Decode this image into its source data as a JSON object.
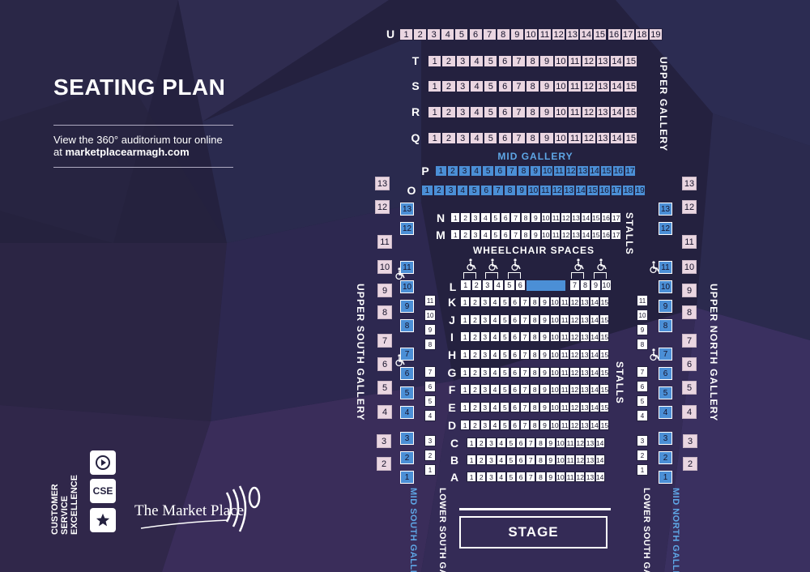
{
  "header": {
    "title": "SEATING PLAN",
    "tour_line1": "View the 360° auditorium tour online",
    "tour_line2_prefix": "at ",
    "tour_link": "marketplacearmagh.com"
  },
  "section_labels": {
    "upper_gallery": "UPPER GALLERY",
    "mid_gallery": "MID GALLERY",
    "stalls_top": "STALLS",
    "stalls_right": "STALLS",
    "wheelchair_spaces": "WHEELCHAIR SPACES",
    "upper_south_gallery": "UPPER SOUTH GALLERY",
    "upper_north_gallery": "UPPER NORTH GALLERY",
    "mid_south_gallery": "MID SOUTH GALLERY",
    "lower_south_gallery_left": "LOWER SOUTH GALLERY",
    "lower_south_gallery_right": "LOWER SOUTH GALLERY",
    "mid_north_gallery": "MID NORTH GALLERY",
    "stage": "STAGE"
  },
  "colors": {
    "background": "#24213f",
    "pink_seat": "#ead6e1",
    "blue_seat": "#4b8fd6",
    "white_seat": "#ffffff",
    "label_blue": "#5ea7e6"
  },
  "seating": {
    "rows": [
      {
        "label": "U",
        "seats": [
          "1",
          "2",
          "3",
          "4",
          "5",
          "6",
          "7",
          "8",
          "9",
          "10",
          "11",
          "12",
          "13",
          "14",
          "15",
          "16",
          "17",
          "18",
          "19"
        ]
      },
      {
        "label": "T",
        "seats": [
          "1",
          "2",
          "3",
          "4",
          "5",
          "6",
          "7",
          "8",
          "9",
          "10",
          "11",
          "12",
          "13",
          "14",
          "15"
        ]
      },
      {
        "label": "S",
        "seats": [
          "1",
          "2",
          "3",
          "4",
          "5",
          "6",
          "7",
          "8",
          "9",
          "10",
          "11",
          "12",
          "13",
          "14",
          "15"
        ]
      },
      {
        "label": "R",
        "seats": [
          "1",
          "2",
          "3",
          "4",
          "5",
          "6",
          "7",
          "8",
          "9",
          "10",
          "11",
          "12",
          "13",
          "14",
          "15"
        ]
      },
      {
        "label": "Q",
        "seats": [
          "1",
          "2",
          "3",
          "4",
          "5",
          "6",
          "7",
          "8",
          "9",
          "10",
          "11",
          "12",
          "13",
          "14",
          "15"
        ]
      },
      {
        "label": "P",
        "seats": [
          "1",
          "2",
          "3",
          "4",
          "5",
          "6",
          "7",
          "8",
          "9",
          "10",
          "11",
          "12",
          "13",
          "14",
          "15",
          "16",
          "17"
        ]
      },
      {
        "label": "O",
        "seats": [
          "1",
          "2",
          "3",
          "4",
          "5",
          "6",
          "7",
          "8",
          "9",
          "10",
          "11",
          "12",
          "13",
          "14",
          "15",
          "16",
          "17",
          "18",
          "19"
        ]
      },
      {
        "label": "N",
        "seats": [
          "1",
          "2",
          "3",
          "4",
          "5",
          "6",
          "7",
          "8",
          "9",
          "10",
          "11",
          "12",
          "13",
          "14",
          "15",
          "16",
          "17"
        ]
      },
      {
        "label": "M",
        "seats": [
          "1",
          "2",
          "3",
          "4",
          "5",
          "6",
          "7",
          "8",
          "9",
          "10",
          "11",
          "12",
          "13",
          "14",
          "15",
          "16",
          "17"
        ]
      },
      {
        "label": "L",
        "seats_left": [
          "1",
          "2",
          "3",
          "4",
          "5",
          "6"
        ],
        "seats_right": [
          "7",
          "8",
          "9",
          "10"
        ]
      },
      {
        "label": "K",
        "seats": [
          "1",
          "2",
          "3",
          "4",
          "5",
          "6",
          "7",
          "8",
          "9",
          "10",
          "11",
          "12",
          "13",
          "14",
          "15"
        ]
      },
      {
        "label": "J",
        "seats": [
          "1",
          "2",
          "3",
          "4",
          "5",
          "6",
          "7",
          "8",
          "9",
          "10",
          "11",
          "12",
          "13",
          "14",
          "15"
        ]
      },
      {
        "label": "I",
        "seats": [
          "1",
          "2",
          "3",
          "4",
          "5",
          "6",
          "7",
          "8",
          "9",
          "10",
          "11",
          "12",
          "13",
          "14",
          "15"
        ]
      },
      {
        "label": "H",
        "seats": [
          "1",
          "2",
          "3",
          "4",
          "5",
          "6",
          "7",
          "8",
          "9",
          "10",
          "11",
          "12",
          "13",
          "14",
          "15"
        ]
      },
      {
        "label": "G",
        "seats": [
          "1",
          "2",
          "3",
          "4",
          "5",
          "6",
          "7",
          "8",
          "9",
          "10",
          "11",
          "12",
          "13",
          "14",
          "15"
        ]
      },
      {
        "label": "F",
        "seats": [
          "1",
          "2",
          "3",
          "4",
          "5",
          "6",
          "7",
          "8",
          "9",
          "10",
          "11",
          "12",
          "13",
          "14",
          "15"
        ]
      },
      {
        "label": "E",
        "seats": [
          "1",
          "2",
          "3",
          "4",
          "5",
          "6",
          "7",
          "8",
          "9",
          "10",
          "11",
          "12",
          "13",
          "14",
          "15"
        ]
      },
      {
        "label": "D",
        "seats": [
          "1",
          "2",
          "3",
          "4",
          "5",
          "6",
          "7",
          "8",
          "9",
          "10",
          "11",
          "12",
          "13",
          "14",
          "15"
        ]
      },
      {
        "label": "C",
        "seats": [
          "1",
          "2",
          "3",
          "4",
          "5",
          "6",
          "7",
          "8",
          "9",
          "10",
          "11",
          "12",
          "13",
          "14"
        ]
      },
      {
        "label": "B",
        "seats": [
          "1",
          "2",
          "3",
          "4",
          "5",
          "6",
          "7",
          "8",
          "9",
          "10",
          "11",
          "12",
          "13",
          "14"
        ]
      },
      {
        "label": "A",
        "seats": [
          "1",
          "2",
          "3",
          "4",
          "5",
          "6",
          "7",
          "8",
          "9",
          "10",
          "11",
          "12",
          "13",
          "14"
        ]
      }
    ],
    "upper_side_galleries": [
      "13",
      "12",
      "11",
      "10",
      "9",
      "8",
      "7",
      "6",
      "5",
      "4",
      "3",
      "2"
    ],
    "mid_side_galleries": [
      "13",
      "12",
      "11",
      "10",
      "9",
      "8",
      "7",
      "6",
      "5",
      "4",
      "3",
      "2",
      "1"
    ],
    "lower_side_galleries": [
      "11",
      "10",
      "9",
      "8",
      "7",
      "6",
      "5",
      "4",
      "3",
      "2",
      "1"
    ]
  },
  "branding": {
    "cse_line1": "CUSTOMER",
    "cse_line2": "SERVICE",
    "cse_line3": "EXCELLENCE",
    "cse_badge": "CSE",
    "logo_text": "The Market Place"
  }
}
